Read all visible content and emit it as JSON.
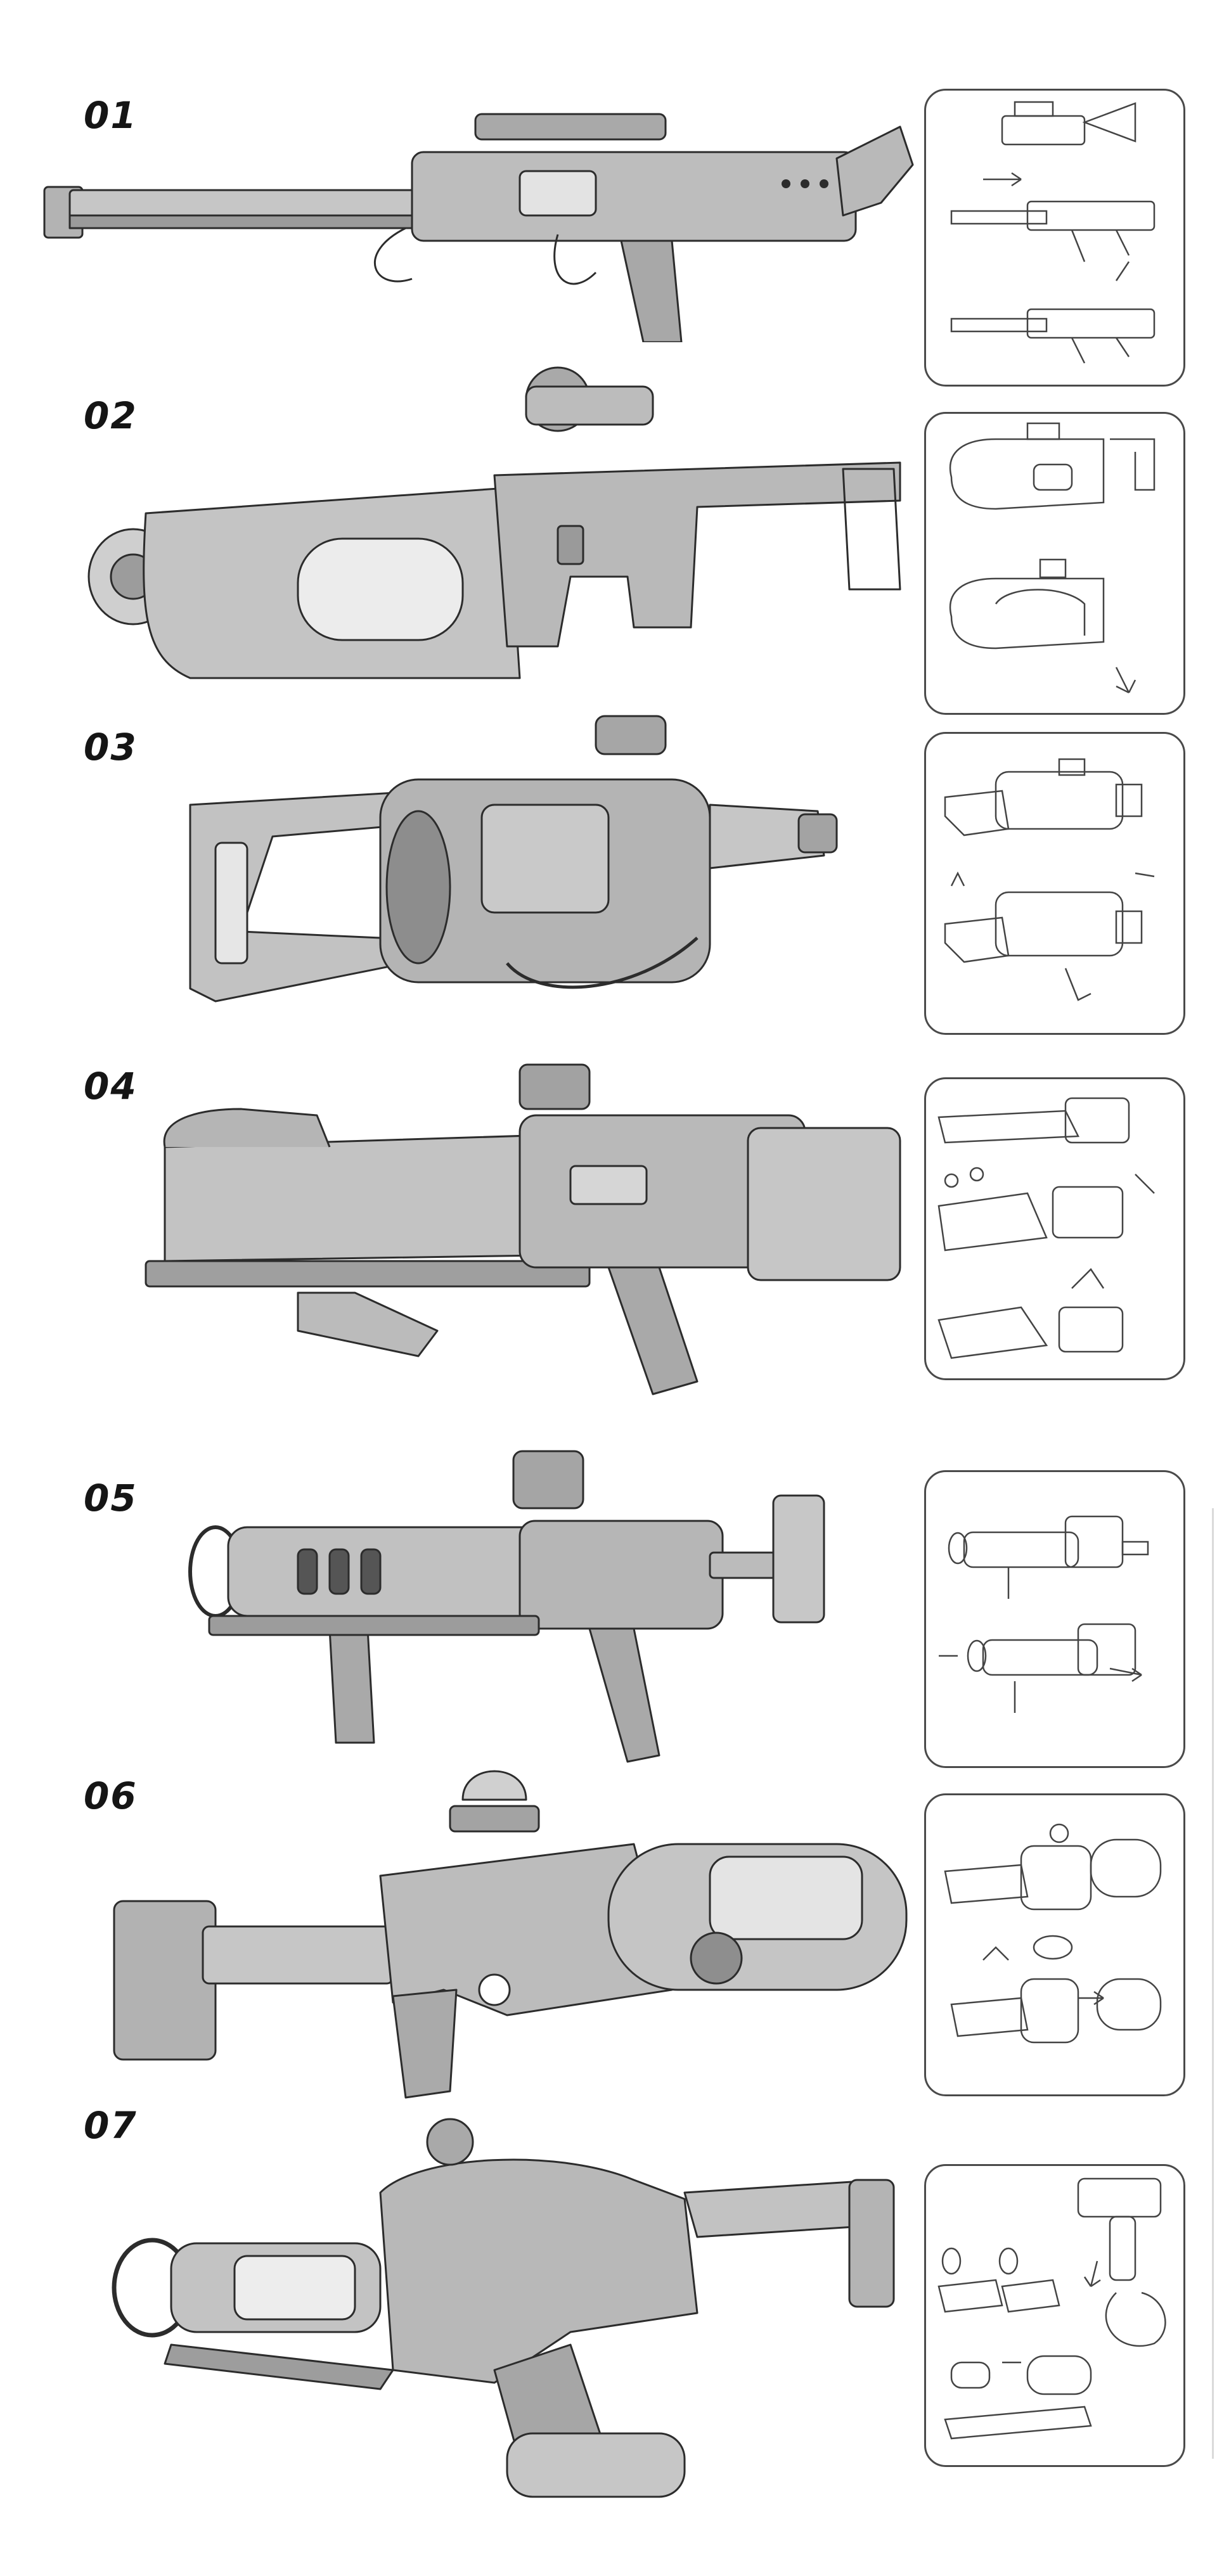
{
  "sheet": {
    "rows": [
      {
        "label": "01",
        "icon": "long-rail-launcher-sketch",
        "panel_icon": "reload-steps-sketch"
      },
      {
        "label": "02",
        "icon": "drum-launcher-sketch",
        "panel_icon": "reload-steps-sketch"
      },
      {
        "label": "03",
        "icon": "rotary-launcher-sketch",
        "panel_icon": "reload-steps-sketch"
      },
      {
        "label": "04",
        "icon": "heavy-launcher-sketch",
        "panel_icon": "reload-steps-sketch"
      },
      {
        "label": "05",
        "icon": "cage-launcher-sketch",
        "panel_icon": "reload-steps-sketch"
      },
      {
        "label": "06",
        "icon": "canister-launcher-sketch",
        "panel_icon": "reload-steps-sketch"
      },
      {
        "label": "07",
        "icon": "tank-launcher-sketch",
        "panel_icon": "reload-steps-sketch"
      }
    ],
    "colors": {
      "background": "#ffffff",
      "metal_light": "#c9c9c9",
      "metal_mid": "#a4a4a4",
      "metal_dark": "#6e6e6e",
      "outline": "#2c2c2c",
      "panel_border": "#4a4a4a"
    }
  }
}
